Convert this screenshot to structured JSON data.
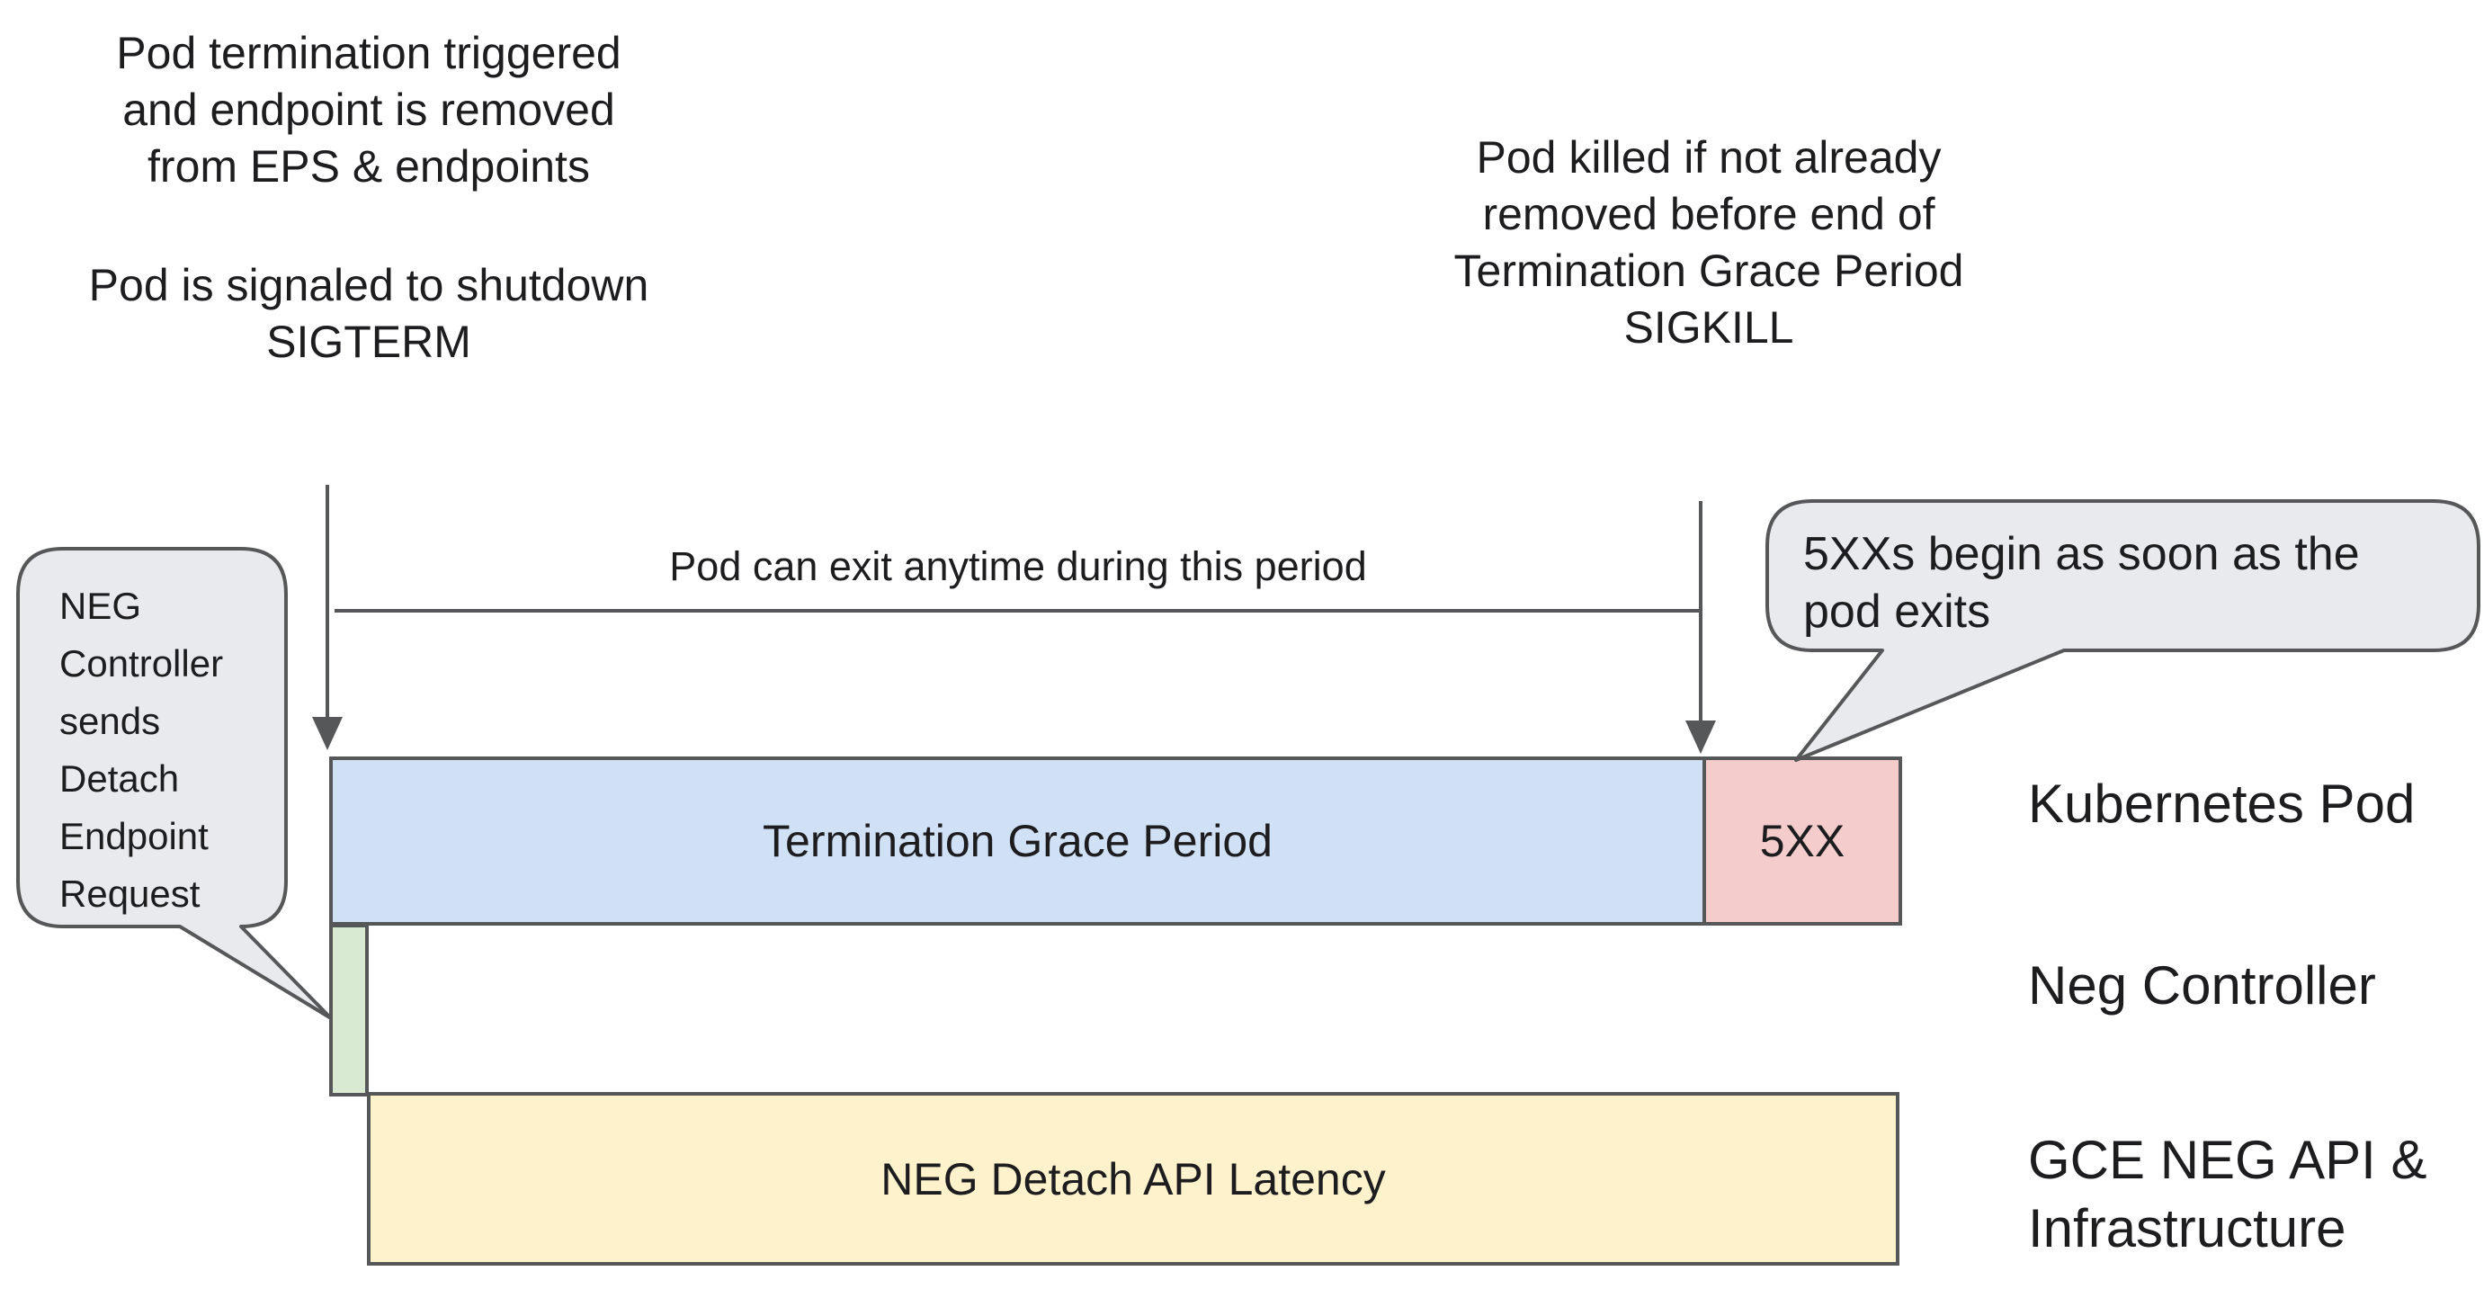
{
  "diagram": {
    "background": "#ffffff",
    "colors": {
      "stroke": "#555759",
      "text": "#1d1d1f",
      "grace_fill": "#d0e0f5",
      "five_xx_fill": "#f4cccc",
      "detach_fill": "#d9ead3",
      "latency_fill": "#fdf2cc",
      "callout_fill": "#e8eaed"
    },
    "notes": {
      "termination": {
        "lines": [
          "Pod termination triggered",
          "and endpoint is removed",
          "from EPS & endpoints"
        ]
      },
      "sigterm": {
        "lines": [
          "Pod is signaled to shutdown",
          "SIGTERM"
        ]
      },
      "sigkill": {
        "lines": [
          "Pod killed if not already",
          "removed before end of",
          "Termination Grace Period",
          "SIGKILL"
        ]
      }
    },
    "callouts": {
      "neg_detach": {
        "lines": [
          "NEG",
          "Controller",
          "sends",
          "Detach",
          "Endpoint",
          "Request"
        ]
      },
      "five_xx": {
        "lines": [
          "5XXs begin as soon as the",
          "pod exits"
        ]
      }
    },
    "timeline": {
      "exit_label": "Pod can exit anytime during this period",
      "grace_label": "Termination Grace Period",
      "five_xx_label": "5XX",
      "latency_label": "NEG Detach API Latency"
    },
    "lanes": {
      "pod": "Kubernetes Pod",
      "neg": "Neg Controller",
      "gce": {
        "lines": [
          "GCE NEG API &",
          "Infrastructure"
        ]
      }
    }
  }
}
